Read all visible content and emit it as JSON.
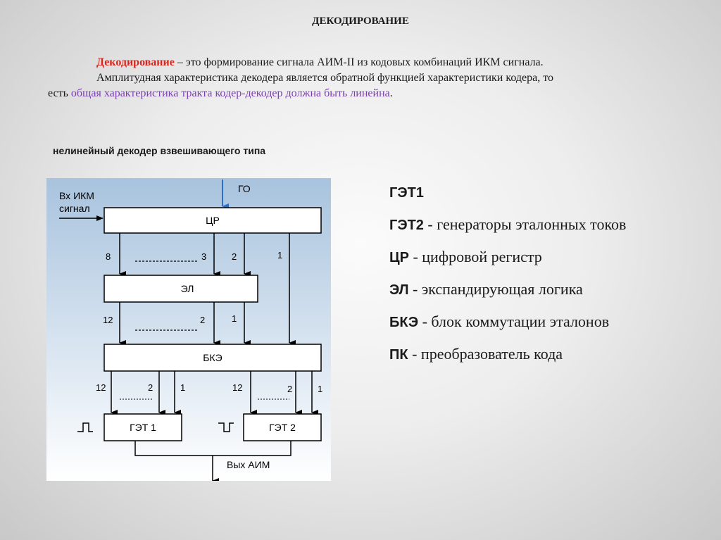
{
  "heading": "ДЕКОДИРОВАНИЕ",
  "intro": {
    "term": "Декодирование",
    "definition": " – это формирование  сигнала АИМ-II из кодовых комбинаций ИКМ сигнала.",
    "line2": "Амплитудная характеристика декодера  является обратной функцией характеристики кодера, то",
    "line3_prefix": "есть ",
    "highlight": "общая характеристика тракта кодер-декодер должна быть линейна",
    "line3_suffix": "."
  },
  "subtitle": "нелинейный декодер  взвешивающего типа",
  "diagram": {
    "input_label_1": "Вх ИКМ",
    "input_label_2": "сигнал",
    "go_label": "ГО",
    "block_cr": "ЦР",
    "block_el": "ЭЛ",
    "block_bke": "БКЭ",
    "block_get1": "ГЭТ 1",
    "block_get2": "ГЭТ 2",
    "output_label": "Вых АИМ",
    "cr_outputs": [
      "8",
      "3",
      "2",
      "1"
    ],
    "el_outputs": [
      "12",
      "2",
      "1"
    ],
    "bke_outputs_left": [
      "12",
      "2",
      "1"
    ],
    "bke_outputs_right": [
      "12",
      "2",
      "1"
    ]
  },
  "legend": [
    {
      "abbr": "ГЭТ1",
      "text": ""
    },
    {
      "abbr": "ГЭТ2",
      "text": " -  генераторы  эталонных  токов"
    },
    {
      "abbr": "ЦР",
      "text": " - цифровой   регистр"
    },
    {
      "abbr": "ЭЛ",
      "text": " - экспандирующая логика"
    },
    {
      "abbr": "БКЭ",
      "text": " - блок коммутации эталонов"
    },
    {
      "abbr": "ПК",
      "text": " - преобразователь кода"
    }
  ],
  "colors": {
    "term": "#d9261c",
    "highlight": "#7a3fb0",
    "go_arrow": "#2a6fc9",
    "diagram_bg_top": "#a8c3de",
    "diagram_bg_bottom": "#ffffff"
  }
}
